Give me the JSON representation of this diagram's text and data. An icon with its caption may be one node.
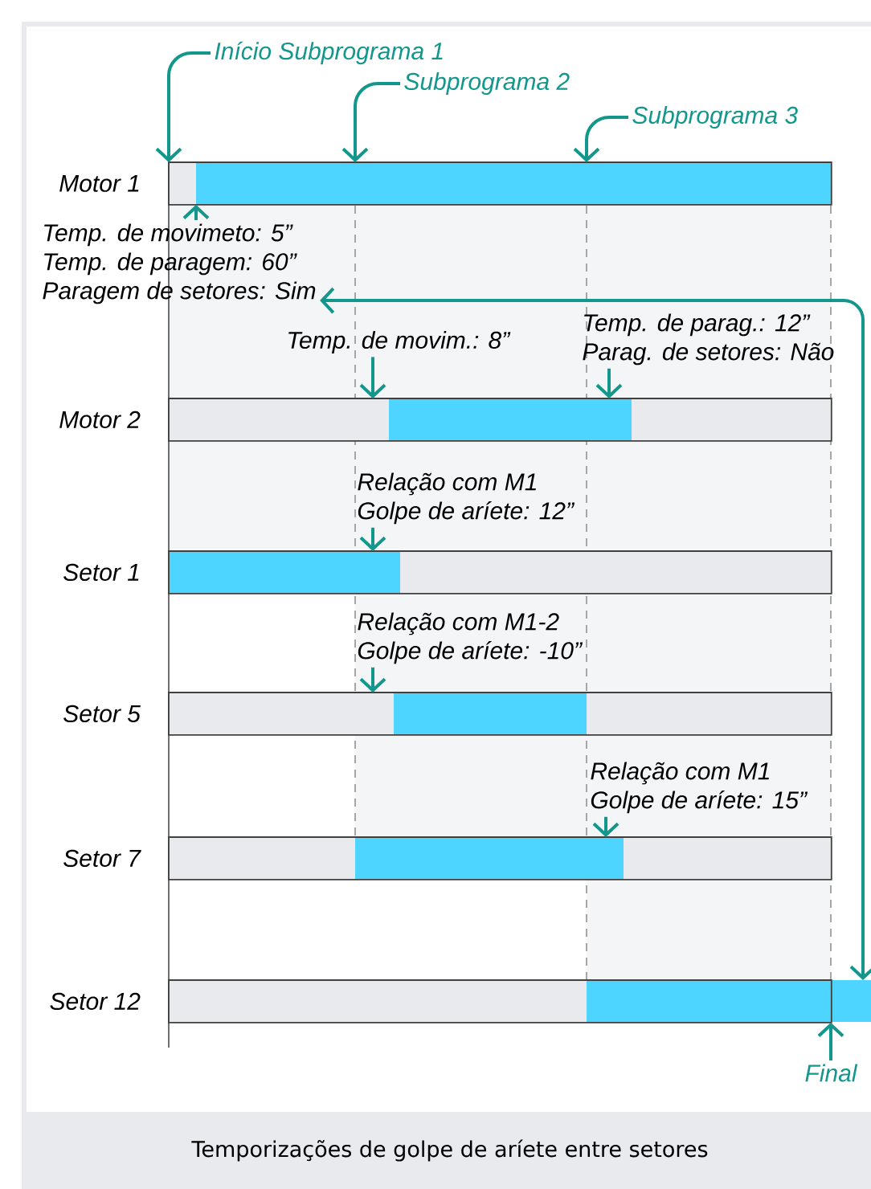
{
  "diagram": {
    "caption": "Temporizações de golpe de aríete entre setores",
    "nodes": [
      {
        "text": [
          "Motor 1"
        ]
      },
      {
        "text": [
          "Motor 2"
        ]
      },
      {
        "text": [
          "Setor 1"
        ]
      },
      {
        "text": [
          "Setor 5"
        ]
      },
      {
        "text": [
          "Setor 7"
        ]
      },
      {
        "text": [
          "Setor 12"
        ]
      },
      {
        "text": [
          "Início Subprograma 1"
        ]
      },
      {
        "text": [
          "Subprograma 2"
        ]
      },
      {
        "text": [
          "Subprograma 3"
        ]
      },
      {
        "text": [
          "Temp. de movimeto: 5”",
          "Temp. de paragem: 60”",
          "Paragem de setores: Sim"
        ]
      },
      {
        "text": [
          "Temp. de movim.: 8”"
        ]
      },
      {
        "text": [
          "Temp. de parag.: 12”",
          "Parag. de setores: Não"
        ]
      },
      {
        "text": [
          "Relação com M1",
          "Golpe de aríete: 12”"
        ]
      },
      {
        "text": [
          "Relação com M1-2",
          "Golpe de aríete: -10”"
        ]
      },
      {
        "text": [
          "Relação com M1",
          "Golpe de aríete: 15”"
        ]
      },
      {
        "text": [
          "Final"
        ]
      }
    ],
    "edges": [
      {
        "from": 6,
        "to": 0,
        "arrow": "to"
      },
      {
        "from": 7,
        "to": 0,
        "arrow": "to"
      },
      {
        "from": 8,
        "to": 0,
        "arrow": "to"
      },
      {
        "from": 9,
        "to": 0,
        "arrow": "to"
      },
      {
        "from": 10,
        "to": 1,
        "arrow": "to"
      },
      {
        "from": 11,
        "to": 1,
        "arrow": "to"
      },
      {
        "from": 12,
        "to": 2,
        "arrow": "to"
      },
      {
        "from": 13,
        "to": 3,
        "arrow": "to"
      },
      {
        "from": 14,
        "to": 4,
        "arrow": "to"
      },
      {
        "from": 15,
        "to": 5,
        "arrow": "to"
      },
      {
        "from": 5,
        "to": 9,
        "arrow": "both"
      }
    ]
  }
}
